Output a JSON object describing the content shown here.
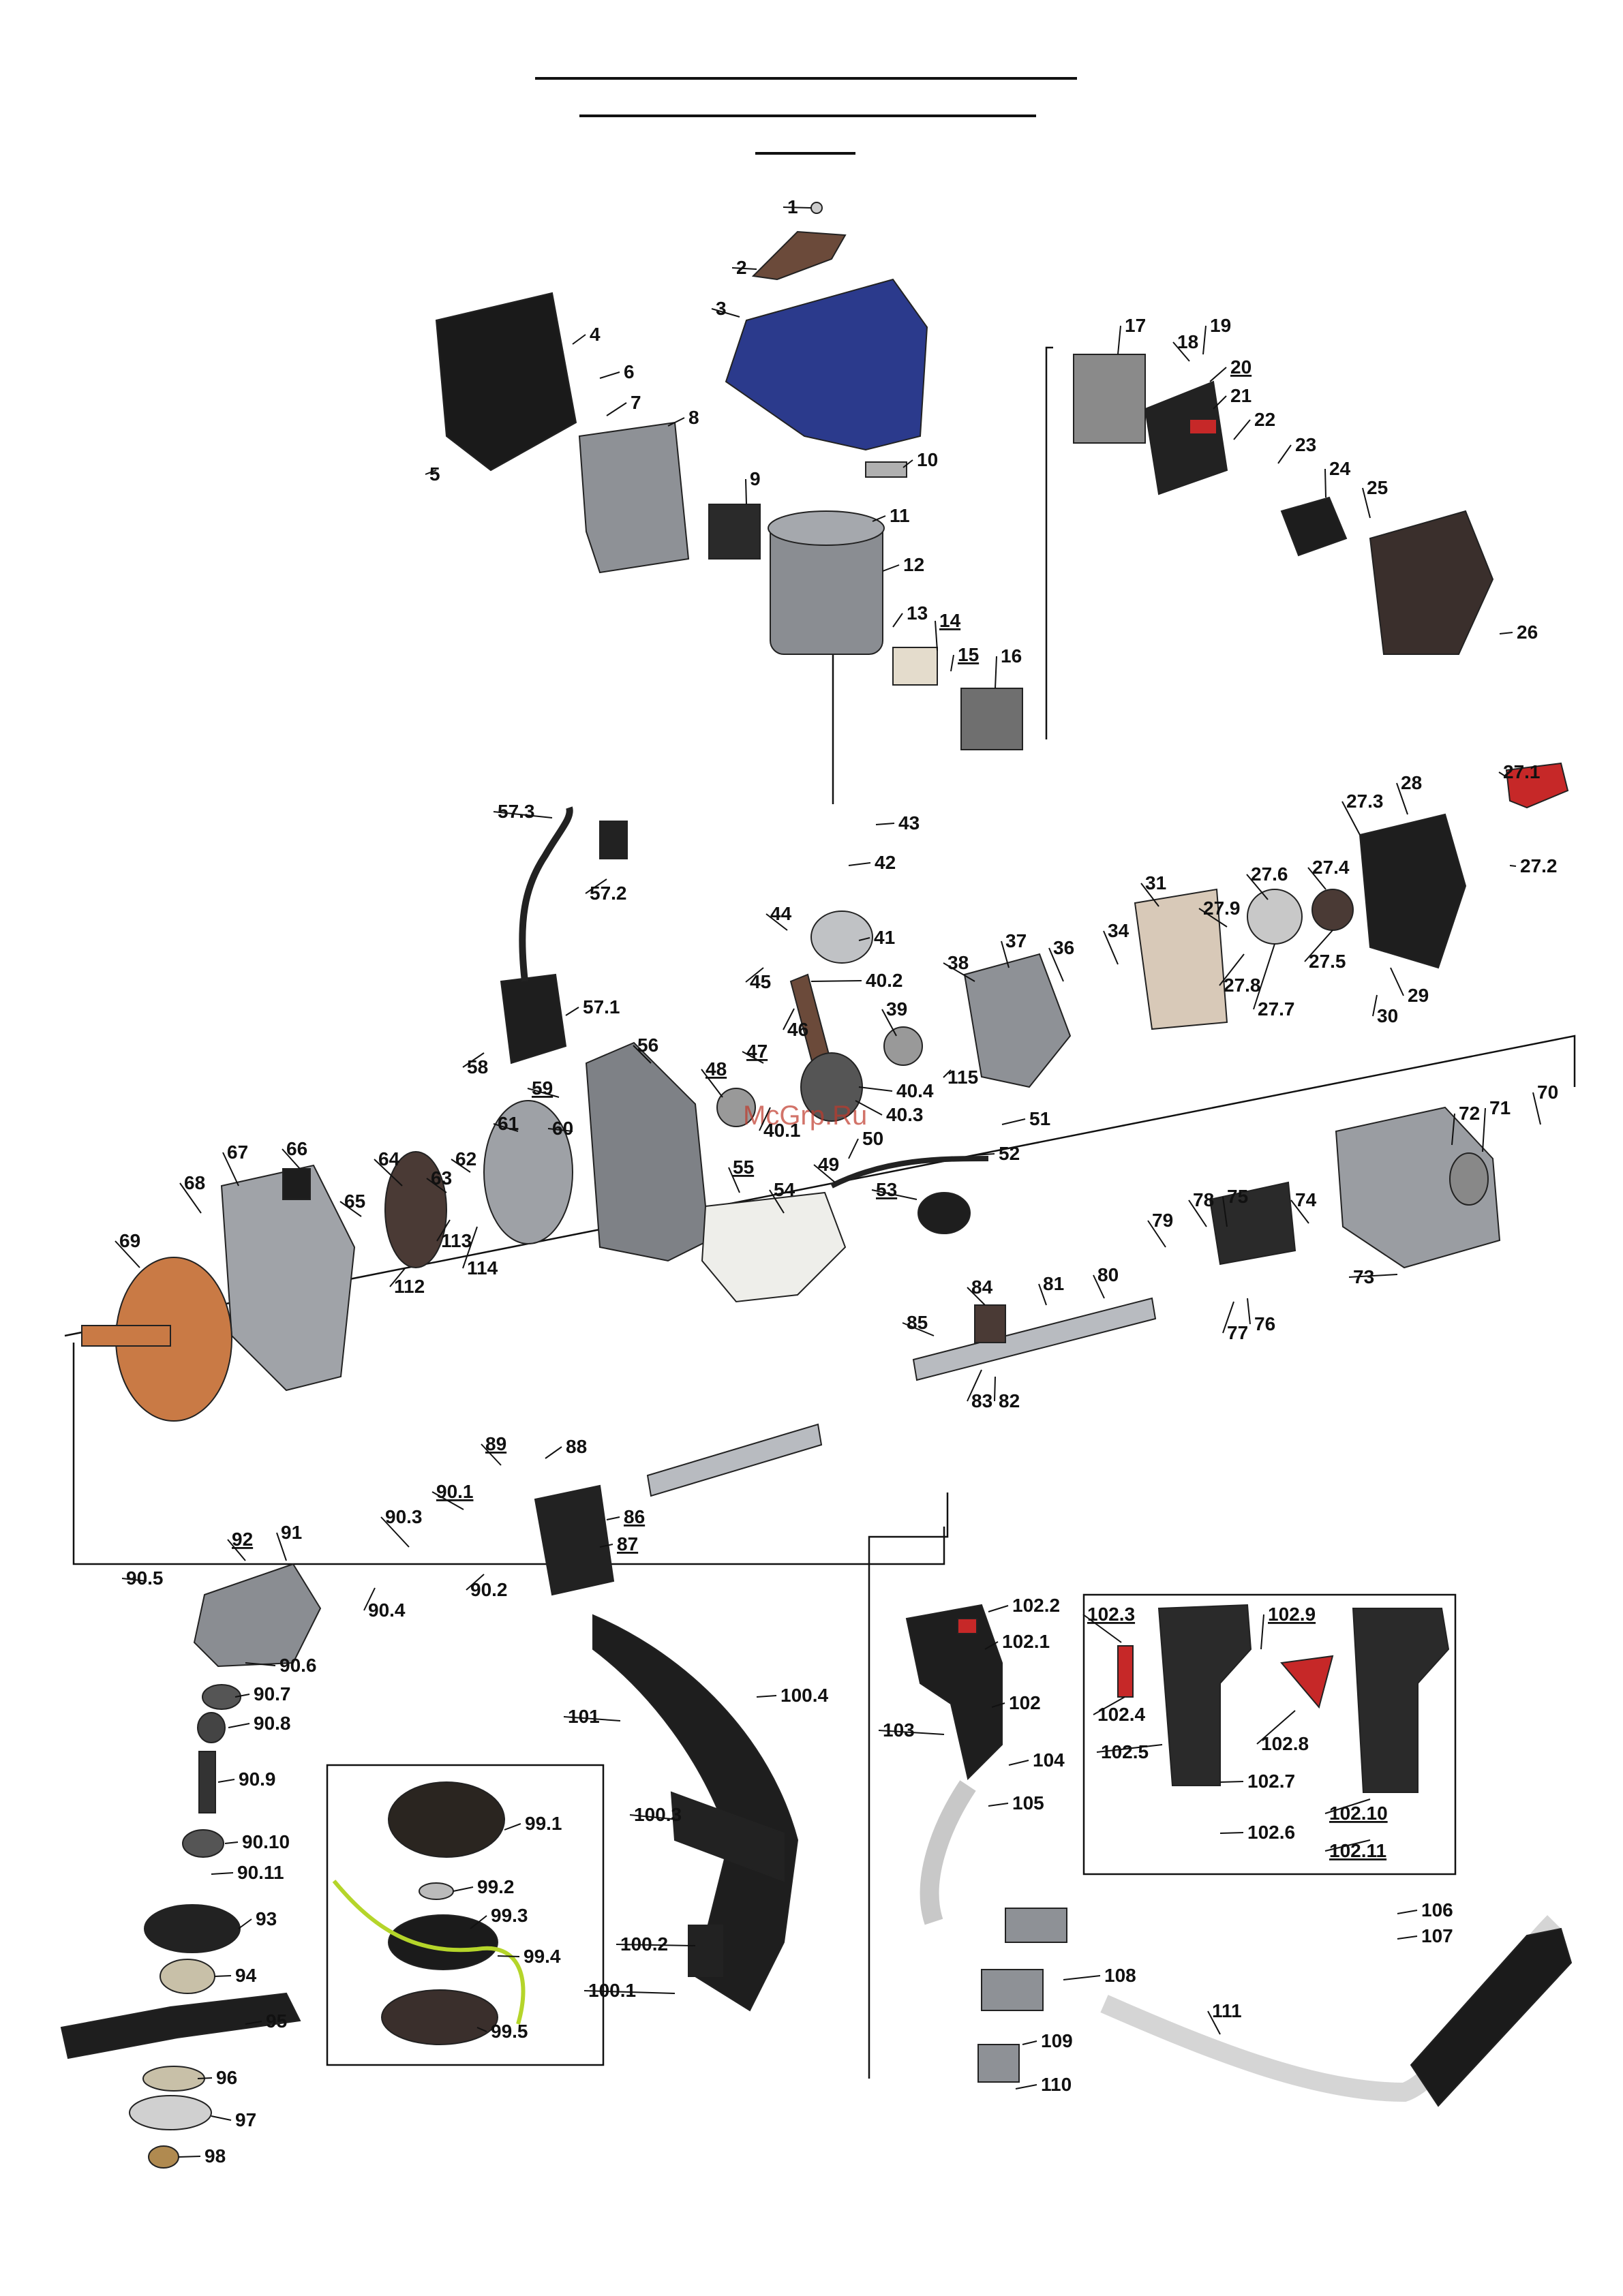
{
  "title_lines": [
    "",
    "",
    ""
  ],
  "watermark": "McGrp.Ru",
  "parts": [
    {
      "id": "p1",
      "label": "1"
    },
    {
      "id": "p2",
      "label": "2"
    },
    {
      "id": "p3",
      "label": "3"
    },
    {
      "id": "p4",
      "label": "4"
    },
    {
      "id": "p5",
      "label": "5"
    },
    {
      "id": "p6",
      "label": "6"
    },
    {
      "id": "p7",
      "label": "7"
    },
    {
      "id": "p8",
      "label": "8"
    },
    {
      "id": "p9",
      "label": "9"
    },
    {
      "id": "p10",
      "label": "10"
    },
    {
      "id": "p11",
      "label": "11"
    },
    {
      "id": "p12",
      "label": "12"
    },
    {
      "id": "p13",
      "label": "13"
    },
    {
      "id": "p14",
      "label": "14"
    },
    {
      "id": "p15",
      "label": "15"
    },
    {
      "id": "p16",
      "label": "16"
    },
    {
      "id": "p17",
      "label": "17"
    },
    {
      "id": "p18",
      "label": "18"
    },
    {
      "id": "p19",
      "label": "19"
    },
    {
      "id": "p20",
      "label": "20"
    },
    {
      "id": "p21",
      "label": "21"
    },
    {
      "id": "p22",
      "label": "22"
    },
    {
      "id": "p23",
      "label": "23"
    },
    {
      "id": "p24",
      "label": "24"
    },
    {
      "id": "p25",
      "label": "25"
    },
    {
      "id": "p26",
      "label": "26"
    },
    {
      "id": "p27_1",
      "label": "27.1"
    },
    {
      "id": "p27_2",
      "label": "27.2"
    },
    {
      "id": "p27_3",
      "label": "27.3"
    },
    {
      "id": "p27_4",
      "label": "27.4"
    },
    {
      "id": "p27_5",
      "label": "27.5"
    },
    {
      "id": "p27_6",
      "label": "27.6"
    },
    {
      "id": "p27_7",
      "label": "27.7"
    },
    {
      "id": "p27_8",
      "label": "27.8"
    },
    {
      "id": "p27_9",
      "label": "27.9"
    },
    {
      "id": "p28",
      "label": "28"
    },
    {
      "id": "p29",
      "label": "29"
    },
    {
      "id": "p30",
      "label": "30"
    },
    {
      "id": "p31",
      "label": "31"
    },
    {
      "id": "p34",
      "label": "34"
    },
    {
      "id": "p36",
      "label": "36"
    },
    {
      "id": "p37",
      "label": "37"
    },
    {
      "id": "p38",
      "label": "38"
    },
    {
      "id": "p39",
      "label": "39"
    },
    {
      "id": "p40_1",
      "label": "40.1"
    },
    {
      "id": "p40_2",
      "label": "40.2"
    },
    {
      "id": "p40_3",
      "label": "40.3"
    },
    {
      "id": "p40_4",
      "label": "40.4"
    },
    {
      "id": "p41",
      "label": "41"
    },
    {
      "id": "p42",
      "label": "42"
    },
    {
      "id": "p43",
      "label": "43"
    },
    {
      "id": "p44",
      "label": "44"
    },
    {
      "id": "p45",
      "label": "45"
    },
    {
      "id": "p46",
      "label": "46"
    },
    {
      "id": "p47",
      "label": "47"
    },
    {
      "id": "p48",
      "label": "48"
    },
    {
      "id": "p49",
      "label": "49"
    },
    {
      "id": "p50",
      "label": "50"
    },
    {
      "id": "p51",
      "label": "51"
    },
    {
      "id": "p52",
      "label": "52"
    },
    {
      "id": "p53",
      "label": "53"
    },
    {
      "id": "p54",
      "label": "54"
    },
    {
      "id": "p55",
      "label": "55"
    },
    {
      "id": "p56",
      "label": "56"
    },
    {
      "id": "p57_1",
      "label": "57.1"
    },
    {
      "id": "p57_2",
      "label": "57.2"
    },
    {
      "id": "p57_3",
      "label": "57.3"
    },
    {
      "id": "p58",
      "label": "58"
    },
    {
      "id": "p59",
      "label": "59"
    },
    {
      "id": "p60",
      "label": "60"
    },
    {
      "id": "p61",
      "label": "61"
    },
    {
      "id": "p62",
      "label": "62"
    },
    {
      "id": "p63",
      "label": "63"
    },
    {
      "id": "p64",
      "label": "64"
    },
    {
      "id": "p65",
      "label": "65"
    },
    {
      "id": "p66",
      "label": "66"
    },
    {
      "id": "p67",
      "label": "67"
    },
    {
      "id": "p68",
      "label": "68"
    },
    {
      "id": "p69",
      "label": "69"
    },
    {
      "id": "p70",
      "label": "70"
    },
    {
      "id": "p71",
      "label": "71"
    },
    {
      "id": "p72",
      "label": "72"
    },
    {
      "id": "p73",
      "label": "73"
    },
    {
      "id": "p74",
      "label": "74"
    },
    {
      "id": "p75",
      "label": "75"
    },
    {
      "id": "p76",
      "label": "76"
    },
    {
      "id": "p77",
      "label": "77"
    },
    {
      "id": "p78",
      "label": "78"
    },
    {
      "id": "p79",
      "label": "79"
    },
    {
      "id": "p80",
      "label": "80"
    },
    {
      "id": "p81",
      "label": "81"
    },
    {
      "id": "p82",
      "label": "82"
    },
    {
      "id": "p83",
      "label": "83"
    },
    {
      "id": "p84",
      "label": "84"
    },
    {
      "id": "p85",
      "label": "85"
    },
    {
      "id": "p86",
      "label": "86"
    },
    {
      "id": "p87",
      "label": "87"
    },
    {
      "id": "p88",
      "label": "88"
    },
    {
      "id": "p89",
      "label": "89"
    },
    {
      "id": "p90_1",
      "label": "90.1"
    },
    {
      "id": "p90_2",
      "label": "90.2"
    },
    {
      "id": "p90_3",
      "label": "90.3"
    },
    {
      "id": "p90_4",
      "label": "90.4"
    },
    {
      "id": "p90_5",
      "label": "90.5"
    },
    {
      "id": "p90_6",
      "label": "90.6"
    },
    {
      "id": "p90_7",
      "label": "90.7"
    },
    {
      "id": "p90_8",
      "label": "90.8"
    },
    {
      "id": "p90_9",
      "label": "90.9"
    },
    {
      "id": "p90_10",
      "label": "90.10"
    },
    {
      "id": "p90_11",
      "label": "90.11"
    },
    {
      "id": "p91",
      "label": "91"
    },
    {
      "id": "p92",
      "label": "92"
    },
    {
      "id": "p93",
      "label": "93"
    },
    {
      "id": "p94",
      "label": "94"
    },
    {
      "id": "p95",
      "label": "95"
    },
    {
      "id": "p96",
      "label": "96"
    },
    {
      "id": "p97",
      "label": "97"
    },
    {
      "id": "p98",
      "label": "98"
    },
    {
      "id": "p99_1",
      "label": "99.1"
    },
    {
      "id": "p99_2",
      "label": "99.2"
    },
    {
      "id": "p99_3",
      "label": "99.3"
    },
    {
      "id": "p99_4",
      "label": "99.4"
    },
    {
      "id": "p99_5",
      "label": "99.5"
    },
    {
      "id": "p100_1",
      "label": "100.1"
    },
    {
      "id": "p100_2",
      "label": "100.2"
    },
    {
      "id": "p100_3",
      "label": "100.3"
    },
    {
      "id": "p100_4",
      "label": "100.4"
    },
    {
      "id": "p101",
      "label": "101"
    },
    {
      "id": "p102",
      "label": "102"
    },
    {
      "id": "p102_1",
      "label": "102.1"
    },
    {
      "id": "p102_2",
      "label": "102.2"
    },
    {
      "id": "p102_3",
      "label": "102.3"
    },
    {
      "id": "p102_4",
      "label": "102.4"
    },
    {
      "id": "p102_5",
      "label": "102.5"
    },
    {
      "id": "p102_6",
      "label": "102.6"
    },
    {
      "id": "p102_7",
      "label": "102.7"
    },
    {
      "id": "p102_8",
      "label": "102.8"
    },
    {
      "id": "p102_9",
      "label": "102.9"
    },
    {
      "id": "p102_10",
      "label": "102.10"
    },
    {
      "id": "p102_11",
      "label": "102.11"
    },
    {
      "id": "p103",
      "label": "103"
    },
    {
      "id": "p104",
      "label": "104"
    },
    {
      "id": "p105",
      "label": "105"
    },
    {
      "id": "p106",
      "label": "106"
    },
    {
      "id": "p107",
      "label": "107"
    },
    {
      "id": "p108",
      "label": "108"
    },
    {
      "id": "p109",
      "label": "109"
    },
    {
      "id": "p110",
      "label": "110"
    },
    {
      "id": "p111",
      "label": "111"
    },
    {
      "id": "p112",
      "label": "112"
    },
    {
      "id": "p113",
      "label": "113"
    },
    {
      "id": "p114",
      "label": "114"
    },
    {
      "id": "p115",
      "label": "115"
    }
  ],
  "colors": {
    "cover_blue": "#2b3a8c",
    "brown": "#6b4a3a",
    "copper": "#c97a45",
    "metal": "#9c9ea3",
    "black_part": "#222222",
    "red_part": "#c62828",
    "tank": "#eeeeea",
    "line_green": "#b5d52a"
  }
}
